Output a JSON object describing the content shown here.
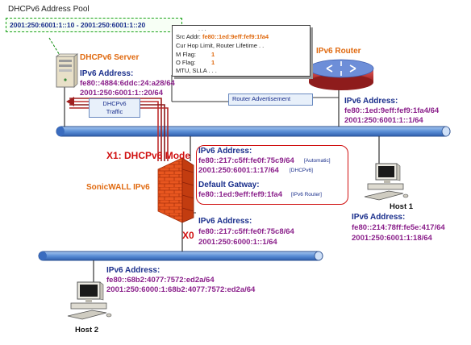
{
  "pool": {
    "title": "DHCPv6 Address Pool",
    "range": "2001:250:6001:1::10 - 2001:250:6001:1::20"
  },
  "ra_box": {
    "dots": ". . .",
    "src_label": "Src Addr:",
    "src_value": "fe80::1ed:9eff:fef9:1fa4",
    "hop_line": "Cur Hop Limit, Router Lifetime  . .",
    "m_label": "M Flag:",
    "m_value": "1",
    "o_label": "O Flag:",
    "o_value": "1",
    "mtu_line": "MTU, SLLA . . ."
  },
  "dhcp_server": {
    "label": "DHCPv6 Server",
    "addr_heading": "IPv6 Address:",
    "ll": "fe80::4884:6ddc:24:a28/64",
    "global": "2001:250:6001:1::20/64"
  },
  "dhcp_traffic": "DHCPv6\nTraffic",
  "router": {
    "label": "IPv6 Router",
    "ra_label": "Router Advertisement",
    "addr_heading": "IPv6 Address:",
    "ll": "fe80::1ed:9eff:fef9:1fa4/64",
    "global": "2001:250:6001:1::1/64"
  },
  "x1_label": "X1: DHCPv6 Mode",
  "sonicwall_label": "SonicWALL IPv6",
  "x1_info": {
    "addr_heading": "IPv6 Address:",
    "ll": "fe80::217:c5ff:fe0f:75c9/64",
    "ll_tag": "[Automatic]",
    "global": "2001:250:6001:1:17/64",
    "global_tag": "[DHCPv6]",
    "gw_heading": "Default Gatway:",
    "gw": "fe80::1ed:9eff:fef9:1fa4",
    "gw_tag": "[IPv6 Router]"
  },
  "x0_label": "X0",
  "x0_info": {
    "addr_heading": "IPv6 Address:",
    "ll": "fe80::217:c5ff:fe0f:75c8/64",
    "global": "2001:250:6000:1::1/64"
  },
  "host1": {
    "label": "Host 1",
    "addr_heading": "IPv6 Address:",
    "ll": "fe80::214:78ff:fe5e:417/64",
    "global": "2001:250:6001:1:18/64"
  },
  "host2": {
    "label": "Host 2",
    "addr_heading": "IPv6 Address:",
    "ll": "fe80::68b2:4077:7572:ed2a/64",
    "global": "2001:250:6000:1:68b2:4077:7572:ed2a/64"
  },
  "colors": {
    "bus_fill": "#5b8fd6",
    "firewall": "#e0451a",
    "router_body": "#c83838",
    "router_top": "#6d8ed8",
    "dark_text": "#1a2f8c",
    "purple_text": "#8a1f8a",
    "orange_text": "#e06a10",
    "red_text": "#d01010"
  }
}
